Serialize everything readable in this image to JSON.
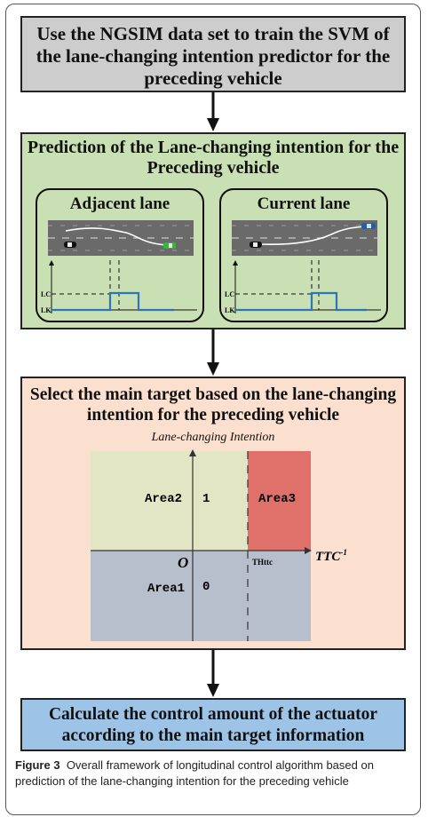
{
  "flow": {
    "step1": "Use the NGSIM data set to train the SVM of the lane-changing intention predictor for the preceding vehicle",
    "step2": "Prediction of the Lane-changing intention for the Preceding vehicle",
    "step3": "Select the main target based on the lane-changing intention for the preceding vehicle",
    "step4": "Calculate the control amount of the actuator according to the main target information"
  },
  "panels": {
    "adjacent": {
      "title": "Adjacent lane",
      "lc": "LC",
      "lk": "LK"
    },
    "current": {
      "title": "Current lane",
      "lc": "LC",
      "lk": "LK"
    }
  },
  "target_chart": {
    "y_axis_label": "Lane-changing Intention",
    "x_axis_label": "TTC",
    "x_axis_superscript": "-1",
    "origin_label": "O",
    "threshold_label": "THttc",
    "y_tick_high": "1",
    "y_tick_low": "0",
    "areas": {
      "area1": "Area1",
      "area2": "Area2",
      "area3": "Area3"
    }
  },
  "colors": {
    "box1": "#cdcdcd",
    "box2": "#c8e0b4",
    "box3": "#fbe0d0",
    "box4": "#9dc3e6",
    "area1": "#b8bfcc",
    "area2": "#e3e6c4",
    "area3": "#e0706a",
    "signal": "#2e75b6"
  },
  "caption": {
    "label": "Figure 3",
    "text": "Overall framework of longitudinal control algorithm based on prediction of the lane-changing intention for the preceding vehicle"
  }
}
